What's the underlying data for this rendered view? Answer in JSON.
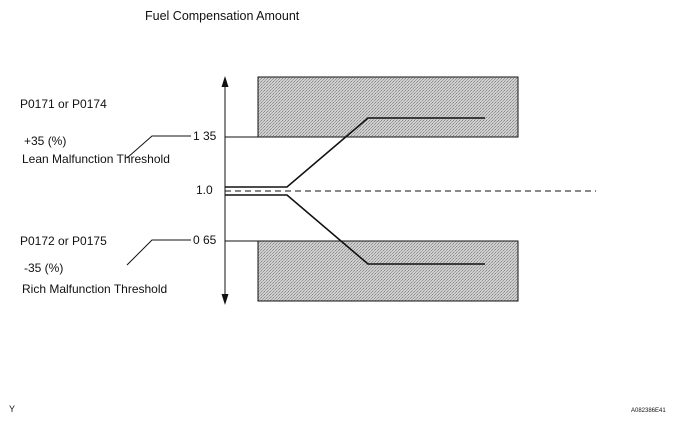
{
  "diagram": {
    "title": "Fuel Compensation Amount",
    "lean": {
      "dtc": "P0171 or P0174",
      "percent": "+35 (%)",
      "threshold": "Lean Malfunction Threshold",
      "value": "1 35"
    },
    "center_value": "1.0",
    "rich": {
      "dtc": "P0172 or P0175",
      "percent": "-35 (%)",
      "threshold": "Rich Malfunction Threshold",
      "value": "0 65"
    },
    "corner_left": "Y",
    "figure_code": "A082386E41"
  },
  "colors": {
    "stroke": "#111111",
    "hatch_fill": "#d2d2d2",
    "background": "#ffffff"
  }
}
